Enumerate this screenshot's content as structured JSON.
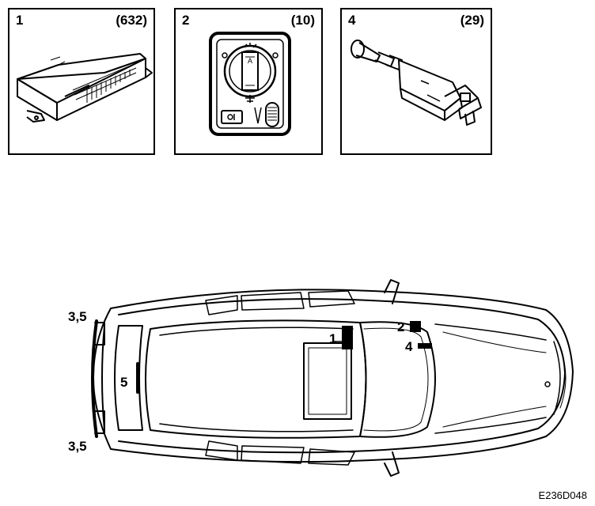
{
  "panels": [
    {
      "number": "1",
      "code": "(632)",
      "icon": "control-module-icon"
    },
    {
      "number": "2",
      "code": "(10)",
      "icon": "light-switch-icon"
    },
    {
      "number": "4",
      "code": "(29)",
      "icon": "brake-light-switch-icon"
    }
  ],
  "car_labels": {
    "left_top": "3,5",
    "left_bottom": "3,5",
    "rear": "5",
    "module": "1",
    "switch": "2",
    "pedal": "4"
  },
  "diagram_ref": "E236D048"
}
